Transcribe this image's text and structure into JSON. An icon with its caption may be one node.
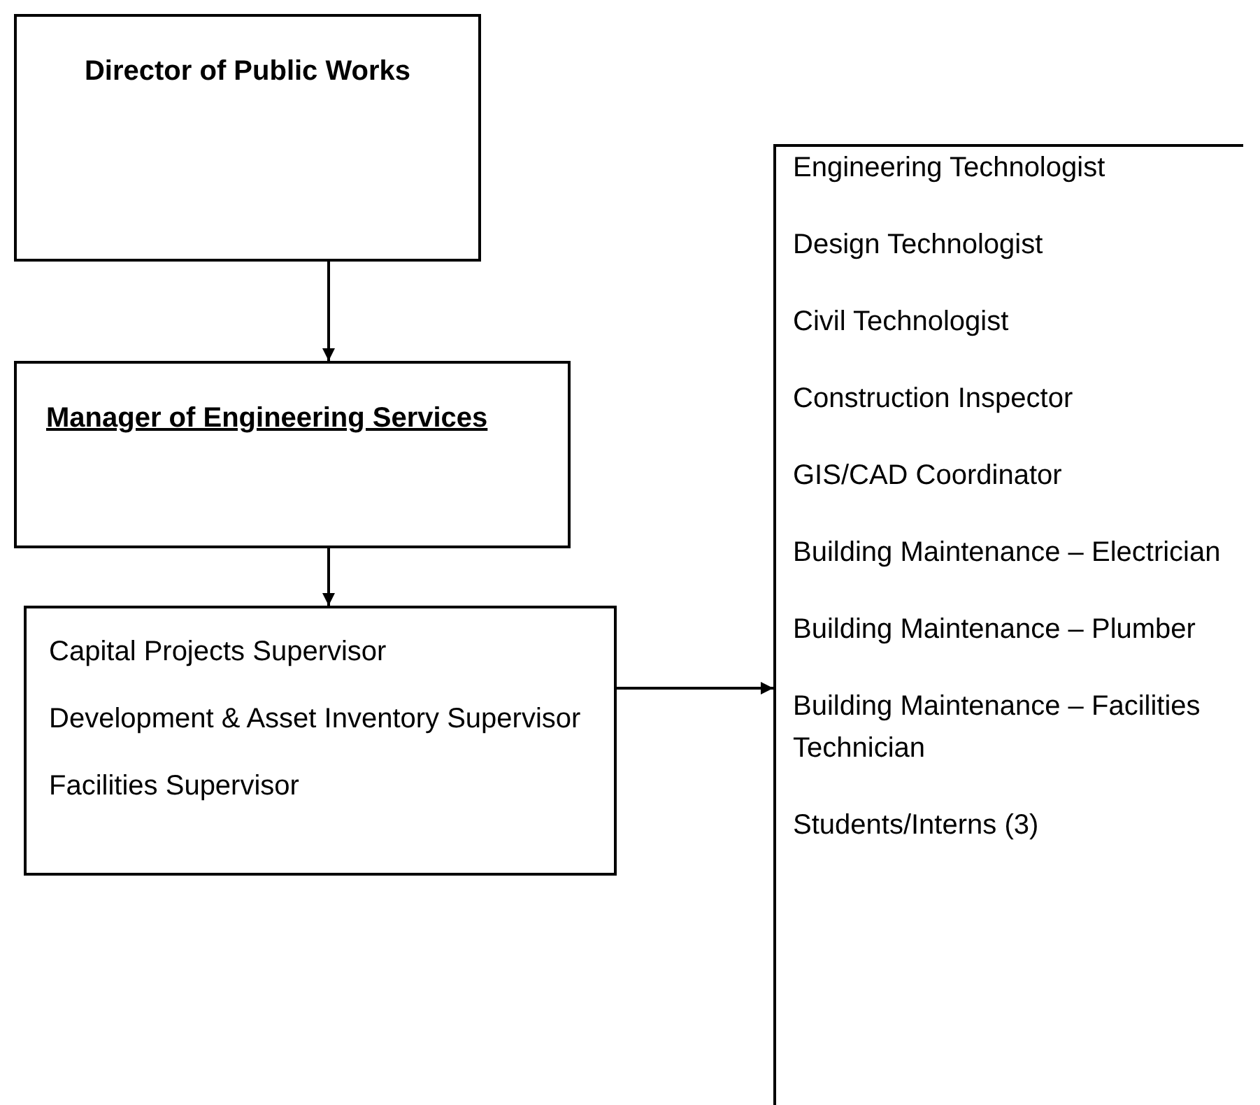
{
  "diagram": {
    "nodes": [
      {
        "text": [
          "Director of Public Works"
        ]
      },
      {
        "text": [
          "Manager of Engineering Services"
        ]
      },
      {
        "text": [
          "Capital Projects Supervisor",
          "Development & Asset Inventory Supervisor",
          "Facilities Supervisor"
        ]
      },
      {
        "text": [
          "Engineering Technologist",
          "Design Technologist",
          "Civil Technologist",
          "Construction Inspector",
          "GIS/CAD Coordinator",
          "Building Maintenance – Electrician",
          "Building Maintenance – Plumber",
          "Building Maintenance – Facilities Technician",
          "Students/Interns (3)"
        ]
      }
    ],
    "edges": [
      {
        "from": 0,
        "to": 1,
        "arrow": "to"
      },
      {
        "from": 1,
        "to": 2,
        "arrow": "to"
      },
      {
        "from": 2,
        "to": 3,
        "arrow": "to"
      }
    ]
  }
}
